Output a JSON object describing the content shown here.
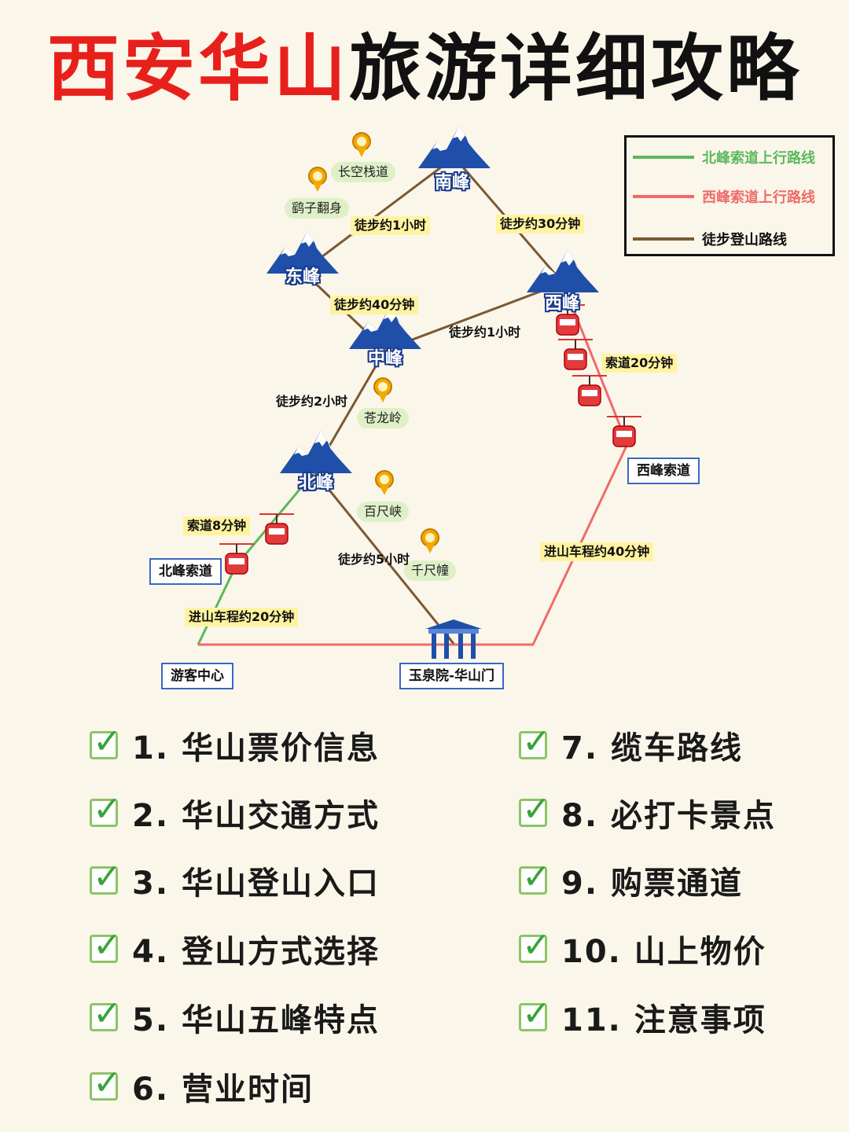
{
  "title": {
    "part1": "西安华山",
    "part2": "旅游详细攻略"
  },
  "legend": {
    "items": [
      {
        "label": "北峰索道上行路线",
        "color": "#5cb85c"
      },
      {
        "label": "西峰索道上行路线",
        "color": "#f06a6a"
      },
      {
        "label": "徒步登山路线",
        "color": "#7a5a32"
      }
    ]
  },
  "peaks": {
    "south": "南峰",
    "east": "东峰",
    "west": "西峰",
    "middle": "中峰",
    "north": "北峰"
  },
  "pois": {
    "changkong": "长空栈道",
    "yaozi": "鹞子翻身",
    "canglong": "苍龙岭",
    "baichi": "百尺峡",
    "qianchi": "千尺幢"
  },
  "durations": {
    "east_south": "徒步约1小时",
    "south_west": "徒步约30分钟",
    "east_middle": "徒步约40分钟",
    "middle_west": "徒步约1小时",
    "west_cable": "索道20分钟",
    "north_middle": "徒步约2小时",
    "north_cable": "索道8分钟",
    "gate_north": "徒步约5小时",
    "west_bus": "进山车程约40分钟",
    "north_bus": "进山车程约20分钟"
  },
  "places": {
    "xifeng_cableway": "西峰索道",
    "beifeng_cableway": "北峰索道",
    "visitor_center": "游客中心",
    "gate": "玉泉院-华山门"
  },
  "toc": [
    "1. 华山票价信息",
    "2. 华山交通方式",
    "3. 华山登山入口",
    "4. 登山方式选择",
    "5. 华山五峰特点",
    "6. 营业时间",
    "7. 缆车路线",
    "8. 必打卡景点",
    "9. 购票通道",
    "10. 山上物价",
    "11. 注意事项"
  ],
  "colors": {
    "red": "#e8201c",
    "route_green": "#5cb85c",
    "route_red": "#f06a6a",
    "route_brown": "#7a5a32",
    "accent_blue": "#3b66c4"
  }
}
